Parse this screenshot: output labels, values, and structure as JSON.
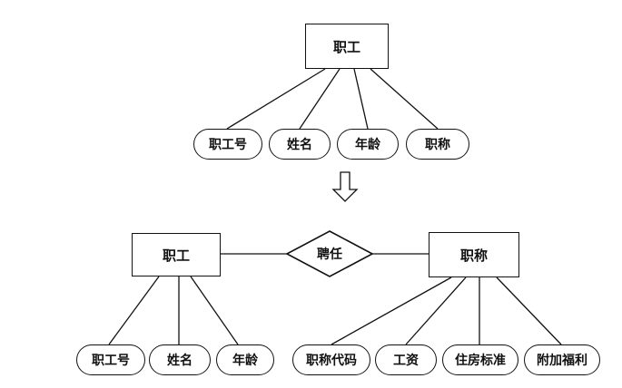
{
  "top": {
    "entity": "职工",
    "attributes": [
      "职工号",
      "姓名",
      "年龄",
      "职称"
    ]
  },
  "arrow": "⇩",
  "bottom": {
    "left_entity": "职工",
    "relationship": "聘任",
    "right_entity": "职称",
    "left_attributes": [
      "职工号",
      "姓名",
      "年龄"
    ],
    "right_attributes": [
      "职称代码",
      "工资",
      "住房标准",
      "附加福利"
    ]
  }
}
